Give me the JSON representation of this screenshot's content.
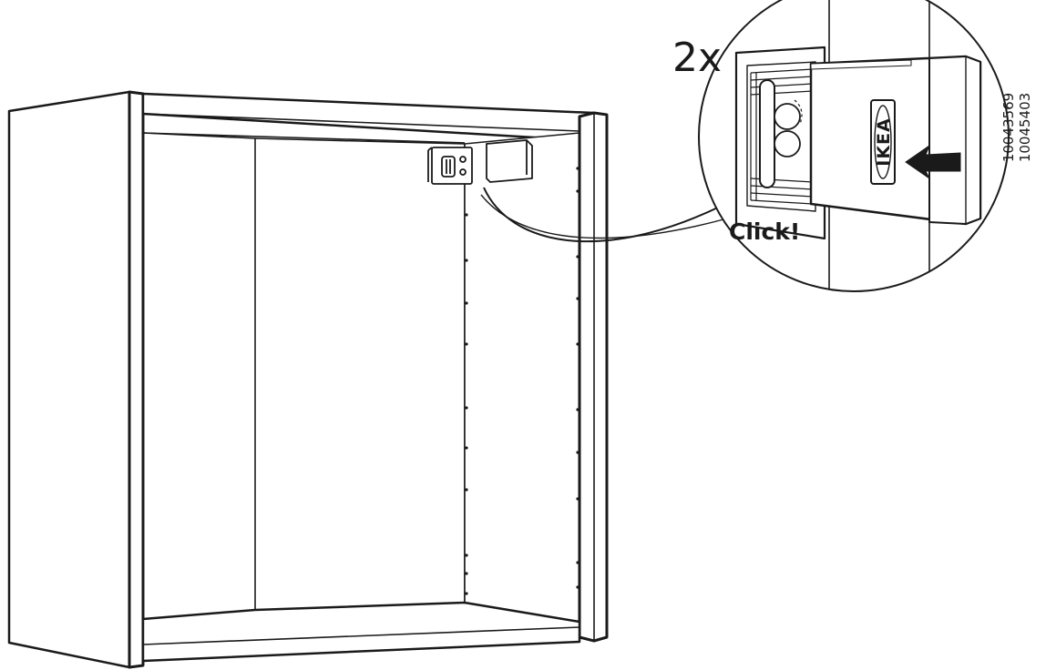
{
  "diagram": {
    "quantity_label": "2x",
    "sound_label": "Click!",
    "logo_text": "IKEA",
    "part_codes": [
      "10043569",
      "10045403"
    ],
    "colors": {
      "line": "#1a1a1a",
      "background": "#ffffff",
      "panel_edge": "#1a1a1a"
    }
  }
}
